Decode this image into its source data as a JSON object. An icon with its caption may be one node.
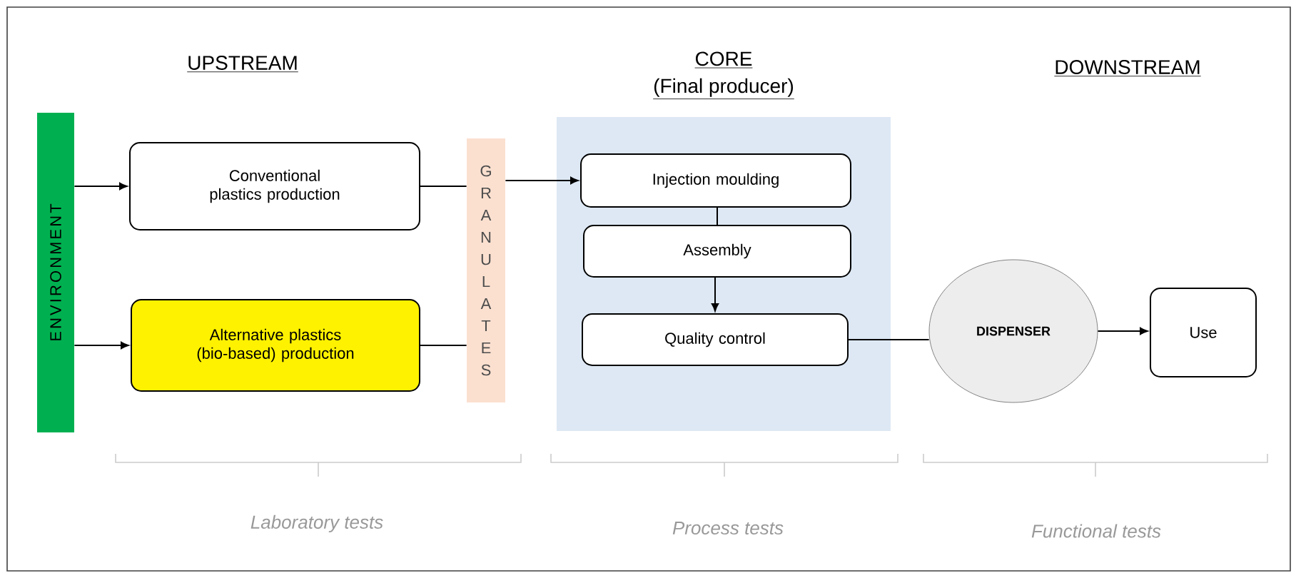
{
  "diagram": {
    "nodes": [
      {
        "text": [
          "ENVIRONMENT"
        ]
      },
      {
        "text": [
          "Conventional plastics production"
        ]
      },
      {
        "text": [
          "Alternative plastics (bio-based) production"
        ]
      },
      {
        "text": [
          "GRANULATES"
        ]
      },
      {
        "text": [
          "CORE",
          "(Final producer)"
        ]
      },
      {
        "text": [
          "Injection moulding"
        ],
        "in": 4
      },
      {
        "text": [
          "Assembly"
        ],
        "in": 4
      },
      {
        "text": [
          "Quality control"
        ],
        "in": 4
      },
      {
        "text": [
          "DISPENSER"
        ]
      },
      {
        "text": [
          "Use"
        ]
      }
    ],
    "edges": [
      {
        "from": 0,
        "to": 1,
        "arrow": "to"
      },
      {
        "from": 0,
        "to": 2,
        "arrow": "to"
      },
      {
        "from": 1,
        "to": 3,
        "arrow": "none"
      },
      {
        "from": 2,
        "to": 3,
        "arrow": "none"
      },
      {
        "from": 3,
        "to": 5,
        "arrow": "to"
      },
      {
        "from": 5,
        "to": 6,
        "arrow": "none"
      },
      {
        "from": 6,
        "to": 7,
        "arrow": "to"
      },
      {
        "from": 7,
        "to": 8,
        "arrow": "none"
      },
      {
        "from": 8,
        "to": 9,
        "arrow": "to"
      }
    ],
    "labels": [
      "UPSTREAM",
      "DOWNSTREAM",
      "Laboratory tests",
      "Process tests",
      "Functional tests"
    ]
  }
}
